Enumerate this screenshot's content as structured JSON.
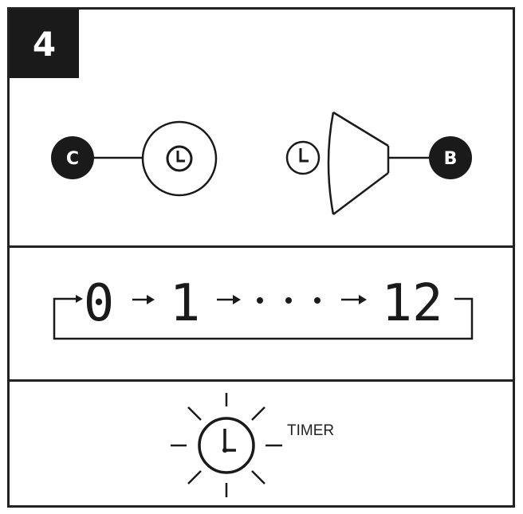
{
  "step": {
    "number": "4"
  },
  "panel1": {
    "left_badge": "C",
    "right_badge": "B",
    "icon_left": "clock-knob-icon",
    "icon_right": "clock-icon"
  },
  "panel2": {
    "sequence": [
      "0",
      "1",
      "12"
    ],
    "icons": [
      "arrow-right-icon",
      "ellipsis-dots-icon",
      "loop-return-icon"
    ]
  },
  "panel3": {
    "label": "TIMER",
    "icon": "timer-clock-blinking-icon"
  },
  "colors": {
    "ink": "#1a1a1a",
    "background": "#ffffff"
  }
}
